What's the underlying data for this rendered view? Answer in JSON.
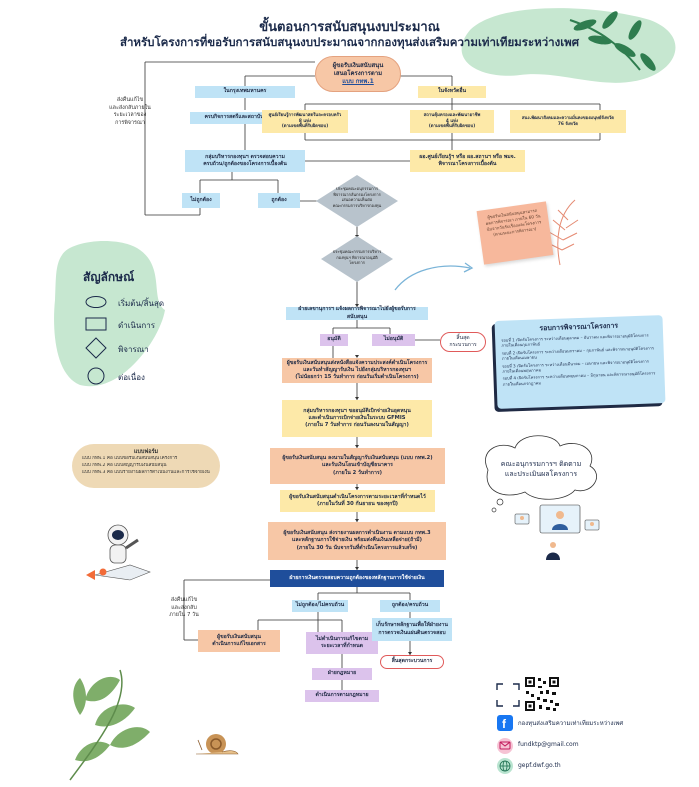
{
  "header": {
    "title": "ขั้นตอนการสนับสนุนงบประมาณ",
    "subtitle": "สำหรับโครงการที่ขอรับการสนับสนุนงบประมาณจากกองทุนส่งเสริมความเท่าเทียมระหว่างเพศ"
  },
  "flow": {
    "applicant_l1": "ผู้ขอรับเงินสนับสนุน",
    "applicant_l2": "เสนอโครงการตาม",
    "applicant_l3": "แบบ กทพ.1",
    "bangkok": "ในกรุงเทพมหานคร",
    "province": "ในจังหวัดอื่น",
    "committee_bkk": "ครบกิจการสตรีและสถาบันครอบครัว",
    "center_l1": "ศูนย์เรียนรู้การพัฒนาสตรีและครอบครัว",
    "center_l2": "8 แห่ง",
    "center_l3": "(ตามเขตพื้นที่รับผิดชอบ)",
    "welfare_l1": "สถานคุ้มครองและพัฒนาอาชีพ",
    "welfare_l2": "4 แห่ง",
    "welfare_l3": "(ตามเขตพื้นที่รับผิดชอบ)",
    "pmo_l1": "สนง.พัฒนาสังคมและความมั่นคงของมนุษย์จังหวัด",
    "pmo_l2": "76 จังหวัด",
    "fund_group_l1": "กลุ่มบริหารกองทุนฯ ตรวจสอบความ",
    "fund_group_l2": "ครบถ้วน/ถูกต้องของโครงการเบื้องต้น",
    "director_l1": "ผอ.ศูนย์เรียนรู้ฯ หรือ ผอ.สถานฯ หรือ พมจ.",
    "director_l2": "พิจารณาโครงการเบื้องต้น",
    "incorrect1": "ไม่ถูกต้อง",
    "correct1": "ถูกต้อง",
    "return_note_l1": "ส่งคืนแก้ไข",
    "return_note_l2": "และส่งกลับภายใน",
    "return_note_l3": "ระยะเวลาของ",
    "return_note_l4": "การพิจารณา",
    "diamond1_l1": "ประชุมคณะอนุกรรมการ",
    "diamond1_l2": "พิจารณากลั่นกรองโครงการ",
    "diamond1_l3": "เสนอความเห็นต่อ",
    "diamond1_l4": "คณะกรรมการบริหารกองทุน",
    "diamond2_l1": "ประชุมคณะกรรมการบริหาร",
    "diamond2_l2": "กองทุนฯ พิจารณาอนุมัติ",
    "diamond2_l3": "โครงการ",
    "secretariat": "ฝ่ายเลขานุการฯ แจ้งผลการพิจารณาไปยังผู้ขอรับการสนับสนุน",
    "approved": "อนุมัติ",
    "not_approved": "ไม่อนุมัติ",
    "end1_l1": "สิ้นสุด",
    "end1_l2": "กระบวนการ",
    "step_sign_l1": "ผู้ขอรับเงินสนับสนุนส่งหนังสือแจ้งความประสงค์ดำเนินโครงการ",
    "step_sign_l2": "และวันทำสัญญารับเงิน ไปยังกลุ่มบริหารกองทุนฯ",
    "step_sign_l3": "(ไม่น้อยกว่า 15 วันทำการ ก่อนวันเริ่มดำเนินโครงการ)",
    "step_gfmis_l1": "กลุ่มบริหารกองทุนฯ ขออนุมัติเบิกจ่ายเงินอุดหนุน",
    "step_gfmis_l2": "และดำเนินการเบิกจ่ายเงินในระบบ GFMIS",
    "step_gfmis_l3": "(ภายใน 7 วันทำการ ก่อนวันลงนามในสัญญา)",
    "step_contract_l1": "ผู้ขอรับเงินสนับสนุน ลงนามในสัญญารับเงินสนับสนุน (แบบ กทพ.2)",
    "step_contract_l2": "และรับเงินโอนเข้าบัญชีธนาคาร",
    "step_contract_l3": "(ภายใน 2 วันทำการ)",
    "step_report_l1": "ผู้ขอรับเงินสนับสนุนดำเนินโครงการตามระยะเวลาที่กำหนดไว้",
    "step_report_l2": "(ภายในวันที่ 30 กันยายน ของทุกปี)",
    "step_final_l1": "ผู้ขอรับเงินสนับสนุน ส่งรายงานผลการดำเนินงาน ตามแบบ กทพ.3",
    "step_final_l2": "และหลักฐานการใช้จ่ายเงิน พร้อมส่งคืนเงินเหลือจ่าย(ถ้ามี)",
    "step_final_l3": "(ภายใน 30 วัน นับจากวันที่ดำเนินโครงการแล้วเสร็จ)",
    "finance_check": "ฝ่ายการเงินตรวจสอบความถูกต้องของหลักฐานการใช้จ่ายเงิน",
    "incorrect2": "ไม่ถูกต้อง/ไม่ครบถ้วน",
    "correct2": "ถูกต้อง/ครบถ้วน",
    "return_note2_l1": "ส่งคืนแก้ไข",
    "return_note2_l2": "และส่งกลับ",
    "return_note2_l3": "ภายใน 7 วัน",
    "fix_l1": "ผู้ขอรับเงินสนับสนุน",
    "fix_l2": "ดำเนินการแก้ไขเอกสาร",
    "not_done_l1": "ไม่ดำเนินการแก้ไขตาม",
    "not_done_l2": "ระยะเวลาที่กำหนด",
    "legal": "ฝ่ายกฎหมาย",
    "legal_action": "ดำเนินการตามกฎหมาย",
    "archive_l1": "เก็บรักษาหลักฐานเพื่อให้ฝ่ายงาน",
    "archive_l2": "การตรวจเงินแผ่นดินตรวจสอบ",
    "end2": "สิ้นสุดกระบวนการ"
  },
  "legend": {
    "title": "สัญลักษณ์",
    "start_end": "เริ่มต้น/สิ้นสุด",
    "process": "ดำเนินการ",
    "decision": "พิจารณา",
    "connector": "ต่อเนื่อง"
  },
  "sticky_note": {
    "l1": "ผู้ขอรับเงินสนับสนุนสามารถ",
    "l2": "ผลการพิจารณา ภายใน 60 วัน",
    "l3": "นับจากวันรับเรื่องและโครงการ",
    "l4": "(ตามระยะการพิจารณา)"
  },
  "rounds": {
    "title": "รอบการพิจารณาโครงการ",
    "r1": "รอบที่ 1 เปิดรับโครงการ ระหว่างเดือนตุลาคม – ธันวาคม และพิจารณาอนุมัติโครงการ ภายในเดือนกุมภาพันธ์",
    "r2": "รอบที่ 2 เปิดรับโครงการ ระหว่างเดือนมกราคม – กุมภาพันธ์ และพิจารณาอนุมัติโครงการ ภายในเดือนเมษายน",
    "r3": "รอบที่ 3 เปิดรับโครงการ ระหว่างเดือนมีนาคม – เมษายน และพิจารณาอนุมัติโครงการ ภายในเดือนพฤษภาคม",
    "r4": "รอบที่ 4 เปิดรับโครงการ ระหว่างเดือนพฤษภาคม – มิถุนายน และพิจารณาอนุมัติโครงการ ภายในเดือนกรกฎาคม"
  },
  "forms": {
    "title": "แบบฟอร์ม",
    "f1": "แบบ กทพ.1 คือ แบบขอรับเงินสนับสนุนโครงการ",
    "f2": "แบบ กทพ.2 คือ แบบสัญญารับเงินสนับสนุน",
    "f3": "แบบ กทพ.3 คือ แบบรายงานผลการดำเนินงานและการใช้จ่ายเงิน"
  },
  "thought": {
    "l1": "คณะอนุกรรมการฯ ติดตาม",
    "l2": "และประเมินผลโครงการ"
  },
  "contact": {
    "facebook": "กองทุนส่งเสริมความเท่าเทียมระหว่างเพศ",
    "email": "fundktp@gmail.com",
    "website": "gepf.dwf.go.th"
  },
  "colors": {
    "peach": "#f7c7a6",
    "yellow": "#fde9a8",
    "blue": "#bfe3f6",
    "purple": "#dcc3ec",
    "navy": "#1f4e9b",
    "mint": "#c6e7d0",
    "leaf": "#2f7d4f"
  }
}
